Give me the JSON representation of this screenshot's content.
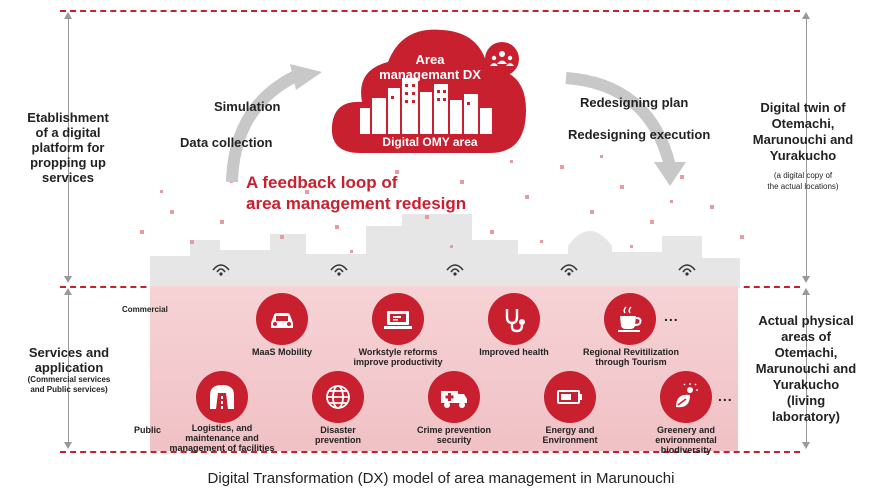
{
  "cloud": {
    "title_line1": "Area",
    "title_line2": "managemant DX",
    "subtitle": "Digital OMY area"
  },
  "loop": {
    "simulation": "Simulation",
    "data_collection": "Data collection",
    "redesigning_plan": "Redesigning plan",
    "redesigning_execution": "Redesigning execution",
    "feedback_line1": "A feedback loop of",
    "feedback_line2": "area management redesign"
  },
  "left": {
    "platform_lines": [
      "Etablishment",
      "of a digital",
      "platform for",
      "propping up",
      "services"
    ],
    "services_line1": "Services and",
    "services_line2": "application",
    "services_sub1": "(Commercial services",
    "services_sub2": "and Public services)"
  },
  "right": {
    "twin_lines": [
      "Digital twin of",
      "Otemachi,",
      "Marunouchi and",
      "Yurakucho"
    ],
    "twin_sub1": "(a digital copy of",
    "twin_sub2": "the actual locations)",
    "physical_lines": [
      "Actual physical",
      "areas of",
      "Otemachi,",
      "Marunouchi and",
      "Yurakucho",
      "(living",
      "laboratory)"
    ]
  },
  "rows": {
    "commercial": "Commercial",
    "public": "Public"
  },
  "commercial_services": [
    {
      "icon": "car-icon",
      "label1": "MaaS Mobility",
      "label2": ""
    },
    {
      "icon": "laptop-chat-icon",
      "label1": "Workstyle reforms",
      "label2": "improve productivity"
    },
    {
      "icon": "stethoscope-icon",
      "label1": "Improved health",
      "label2": ""
    },
    {
      "icon": "coffee-cup-icon",
      "label1": "Regional Revitilization",
      "label2": "through Tourism"
    }
  ],
  "public_services": [
    {
      "icon": "tunnel-road-icon",
      "label1": "Logistics, and",
      "label2": "maintenance and",
      "label3": "management of facilities"
    },
    {
      "icon": "globe-icon",
      "label1": "Disaster",
      "label2": "prevention",
      "label3": ""
    },
    {
      "icon": "ambulance-icon",
      "label1": "Crime prevention",
      "label2": "security",
      "label3": ""
    },
    {
      "icon": "battery-icon",
      "label1": "Energy and",
      "label2": "Environment",
      "label3": ""
    },
    {
      "icon": "leaf-sun-icon",
      "label1": "Greenery and",
      "label2": "environmental",
      "label3": "biodiversity"
    }
  ],
  "ellipsis": "...",
  "caption": "Digital Transformation (DX) model of area management in Marunouchi",
  "colors": {
    "accent": "#c8202f",
    "zone": "#f3c6ca"
  }
}
